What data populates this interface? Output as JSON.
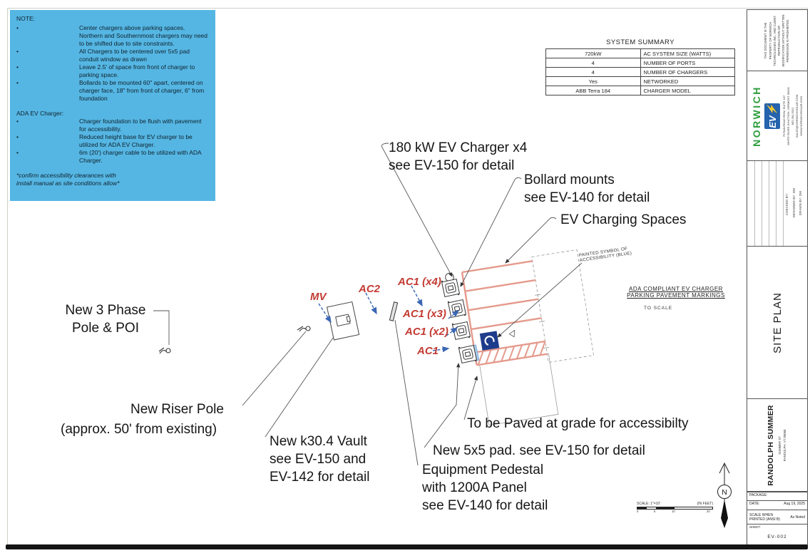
{
  "notes": {
    "title": "NOTE:",
    "bullet": "•",
    "items": [
      "Center chargers above parking spaces. Northern and Southernmost chargers may need to be shifted due to site constraints.",
      "All Chargers to be centered over 5x5 pad conduit window as drawn",
      "Leave 2.5' of space from front of charger to parking space.",
      "Bollards to be mounted 60\" apart, centered on charger face, 18\" from front of charger, 6\" from foundation"
    ],
    "ada_title": "ADA EV Charger:",
    "ada_items": [
      "Charger foundation to be flush with pavement for accessibility.",
      "Reduced height base for EV charger to be utilized for ADA EV Charger.",
      "6m (20') charger cable to be utilized with ADA Charger."
    ],
    "footnote": "*confirm accessibility clearances with\ninstall manual as site conditions allow*"
  },
  "system_summary": {
    "title": "SYSTEM SUMMARY",
    "rows": [
      {
        "value": "720kW",
        "label": "AC SYSTEM SIZE (WATTS)"
      },
      {
        "value": "4",
        "label": "NUMBER OF PORTS"
      },
      {
        "value": "4",
        "label": "NUMBER OF CHARGERS"
      },
      {
        "value": "Yes",
        "label": "NETWORKED"
      },
      {
        "value": "ABB Terra 184",
        "label": "CHARGER MODEL"
      }
    ]
  },
  "annotations": {
    "charger": "180 kW EV Charger x4\nsee EV-150 for detail",
    "bollard": "Bollard mounts\nsee EV-140 for detail",
    "spaces": "EV Charging Spaces",
    "pole_poi": "New 3 Phase\nPole & POI",
    "riser_pole": "New Riser Pole",
    "riser_pole_2": "(approx. 50' from existing)",
    "vault": "New k30.4 Vault\nsee EV-150 and\nEV-142 for detail",
    "pad": "New 5x5 pad. see EV-150 for detail",
    "pedestal": "Equipment Pedestal\nwith 1200A Panel\nsee EV-140 for detail",
    "paved": "To be Paved at grade for accessibilty"
  },
  "conduits": {
    "mv": "MV",
    "ac2": "AC2",
    "ac1x4": "AC1 (x4)",
    "ac1x3": "AC1 (x3)",
    "ac1x2": "AC1 (x2)",
    "ac1": "AC1"
  },
  "drawing_labels": {
    "painted_symbol": "PAINTED SYMBOL OF\nACCESSIBILITY (BLUE)",
    "ada_caption": "ADA COMPLIANT EV CHARGER\nPARKING PAVEMENT MARKINGS",
    "to_scale": "TO SCALE"
  },
  "compass": {
    "north": "N"
  },
  "scale_bar": {
    "label": "SCALE: 1\"=10'",
    "units": "(IN FEET)",
    "ticks": [
      "0",
      "5",
      "10",
      "20"
    ]
  },
  "title_block": {
    "disclaimer": "THIS DOCUMENT IS THE PROPERTY OF NORWICH TECHNOLOGIES INC. AND CLIENT. REPRODUCTION OR MODIFICATION WITHOUT WRITTEN PERMISSION IS PROHIBITED.",
    "brand": "NORWICH",
    "brand_logo": "EV",
    "contact": "75 RAILROAD ROW, SUITE 107\nWHITE RIVER JUNCTION, VERMONT 05001\n802.281.3312\nSALES@NORWICHSOLAR.COM\nWWW.NORWICHSOLAR.COM",
    "checked_by": "CHECKED BY:",
    "designed_by": "DESIGNED BY:  DM",
    "drawn_by": "DRAWN BY:  DM",
    "sheet_title": "SITE PLAN",
    "project_name": "RANDOLPH SUMMER",
    "project_address": "SUMMER ST\nRANDOLPH, VT 05060",
    "package_label": "PACKAGE:",
    "date_label": "DATE:",
    "date_value": "Aug 19, 2025",
    "scale_label": "SCALE WHEN PRINTED (ANSI B)",
    "scale_value": "As Noted",
    "sheet_label": "SHEET:",
    "sheet_value": "EV-002"
  },
  "colors": {
    "note_bg": "#55b6e3",
    "parking_salmon": "#e59a8c",
    "ada_blue": "#1e3c8c",
    "label_red": "#c23b32",
    "arrow_blue": "#3a66b5",
    "brand_green": "#2f9e3f",
    "brand_blue": "#2563ad"
  }
}
